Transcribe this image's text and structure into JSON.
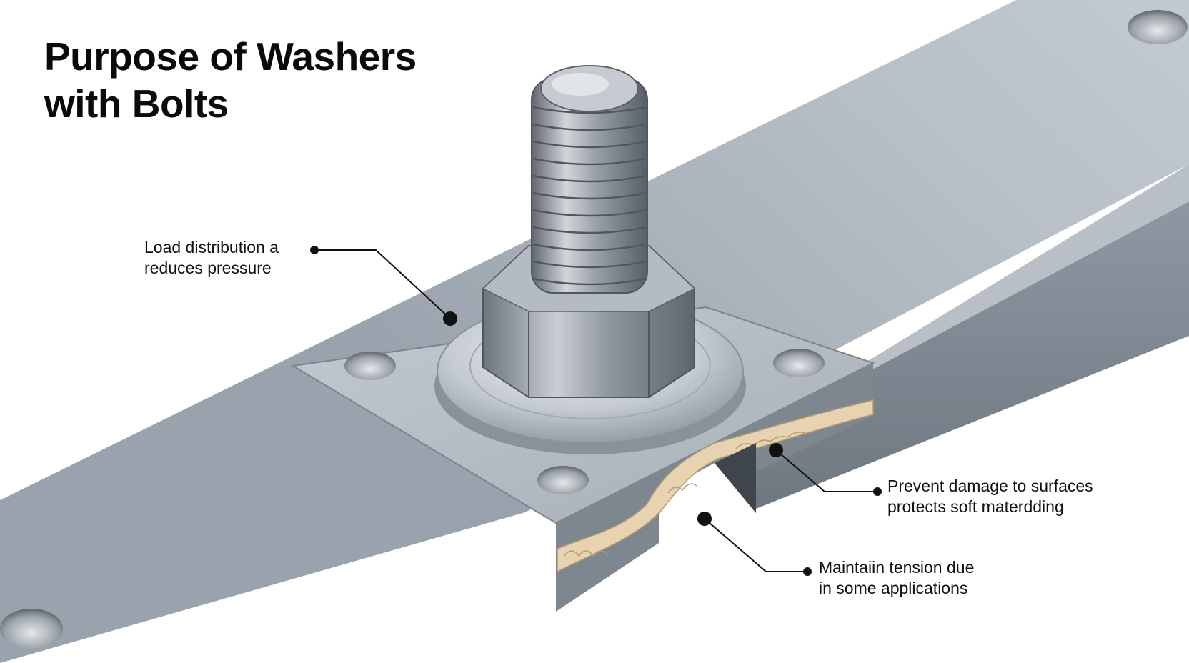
{
  "title": {
    "line1": "Purpose of Washers",
    "line2": "with Bolts"
  },
  "callouts": {
    "load": {
      "line1": "Load distribution a",
      "line2": "reduces pressure"
    },
    "damage": {
      "line1": "Prevent damage to surfaces",
      "line2": "protects soft materdding"
    },
    "tension": {
      "line1": "Maintaiin  tension due",
      "line2": "in some applications"
    }
  },
  "colors": {
    "text": "#111111",
    "steel": "#a8afb8",
    "soft_layer": "#e7d3b0",
    "leader": "#111111"
  }
}
